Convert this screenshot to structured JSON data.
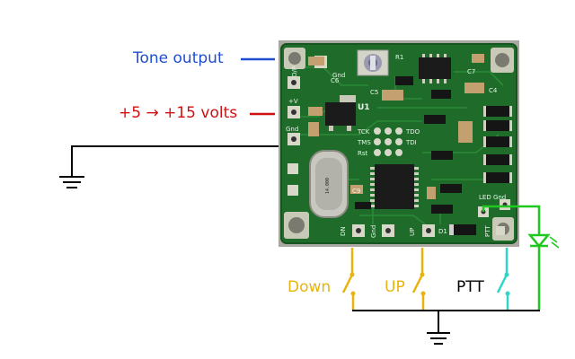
{
  "labels": {
    "tone_output": "Tone output",
    "supply": "+5 → +15 volts",
    "down": "Down",
    "up": "UP",
    "ptt": "PTT"
  },
  "pcb_silkscreen": {
    "op": "O/P",
    "gnd_top": "Gnd",
    "c6": "C6",
    "r1": "R1",
    "c7": "C7",
    "c4": "C4",
    "c5": "C5",
    "u1": "U1",
    "plus_v": "+V",
    "gnd_left": "Gnd",
    "tck": "TCK",
    "tms": "TMS",
    "tdi": "TDI",
    "tdo": "TDO",
    "rst": "Rst",
    "c9": "C9",
    "d1": "D1",
    "led_gnd": "LED Gnd",
    "dn": "DN",
    "gnd_bottom": "Gnd",
    "up_pad": "UP",
    "ptt_pad": "PTT",
    "crystal": "14.000"
  },
  "colors": {
    "tone_output": "#1f4fd0",
    "supply": "#d01010",
    "down": "#e8b40c",
    "up": "#e8b40c",
    "ptt": "#2fd6c8",
    "led": "#1ec81e",
    "ground": "#000000",
    "pcb": "#1f6b2a"
  },
  "icons": [
    "ground-symbol-icon",
    "switch-icon",
    "led-icon"
  ]
}
